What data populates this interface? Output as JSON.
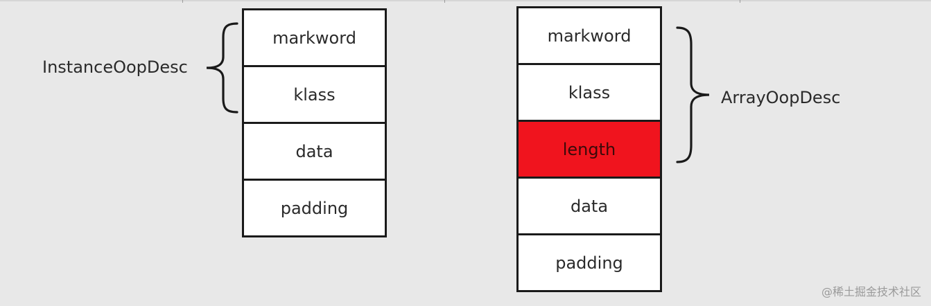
{
  "left_diagram": {
    "label": "InstanceOopDesc",
    "cells": [
      {
        "text": "markword",
        "highlight": false
      },
      {
        "text": "klass",
        "highlight": false
      },
      {
        "text": "data",
        "highlight": false
      },
      {
        "text": "padding",
        "highlight": false
      }
    ]
  },
  "right_diagram": {
    "label": "ArrayOopDesc",
    "cells": [
      {
        "text": "markword",
        "highlight": false
      },
      {
        "text": "klass",
        "highlight": false
      },
      {
        "text": "length",
        "highlight": true
      },
      {
        "text": "data",
        "highlight": false
      },
      {
        "text": "padding",
        "highlight": false
      }
    ]
  },
  "colors": {
    "highlight": "#f0141e",
    "border": "#1a1a1a",
    "background": "#e8e8e8"
  },
  "watermark": "@稀土掘金技术社区"
}
